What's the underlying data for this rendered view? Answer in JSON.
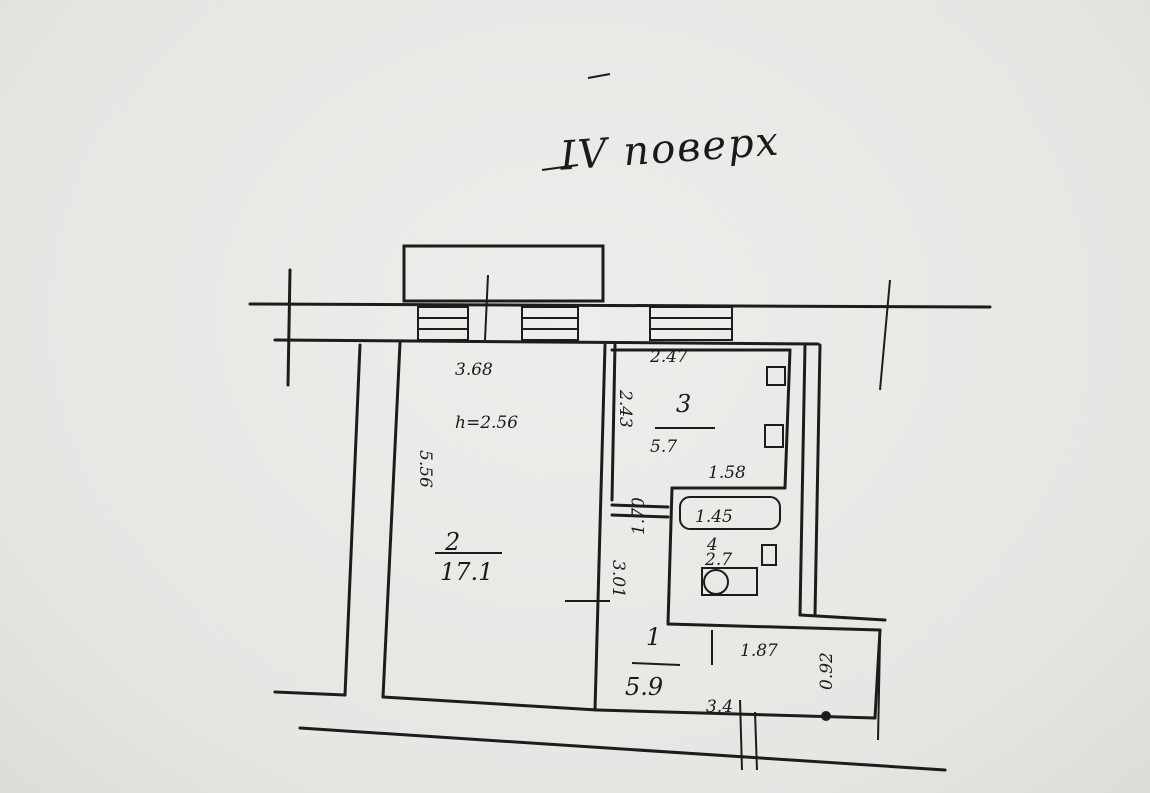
{
  "title": "IV поверх",
  "plan": {
    "room_2": {
      "number": "2",
      "area": "17.1",
      "width": "3.68",
      "length": "5.56",
      "ceiling_height": "h=2.56"
    },
    "room_3": {
      "number": "3",
      "area": "5.7",
      "width": "2.47",
      "length": "2.43",
      "inner_dim": "1.58"
    },
    "room_4": {
      "number": "4",
      "area": "2.7",
      "width": "1.45",
      "length": "1.70"
    },
    "room_1": {
      "number": "1",
      "area": "5.9",
      "length": "3.01",
      "width_upper": "1.87",
      "width_lower": "3.4",
      "niche": "0.92"
    }
  }
}
